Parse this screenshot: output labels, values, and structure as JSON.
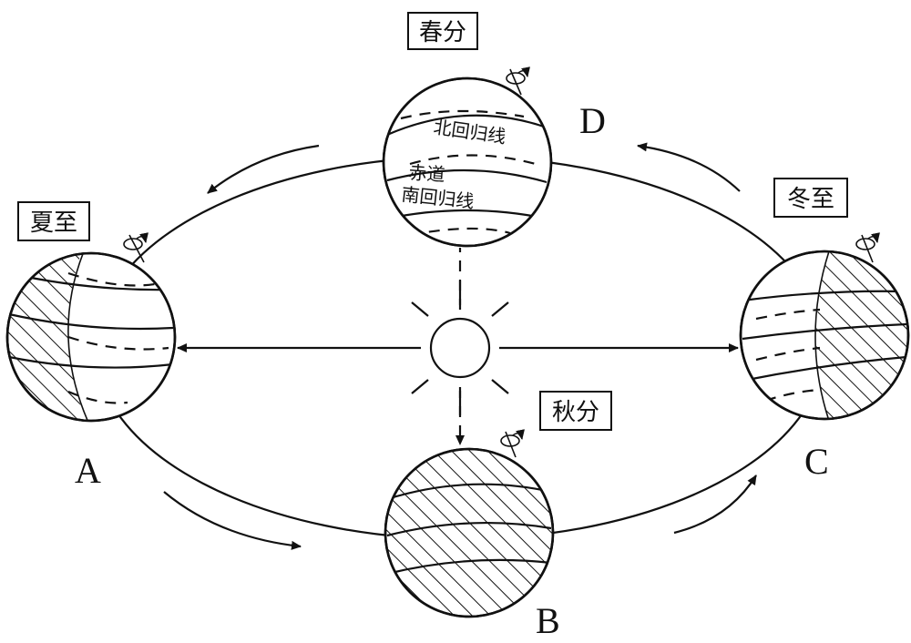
{
  "seasons": {
    "spring_equinox": "春分",
    "summer_solstice": "夏至",
    "autumn_equinox": "秋分",
    "winter_solstice": "冬至"
  },
  "points": {
    "A": "A",
    "B": "B",
    "C": "C",
    "D": "D"
  },
  "latitudes": {
    "tropic_of_cancer": "北回归线",
    "equator": "赤道",
    "tropic_of_capricorn": "南回归线"
  }
}
